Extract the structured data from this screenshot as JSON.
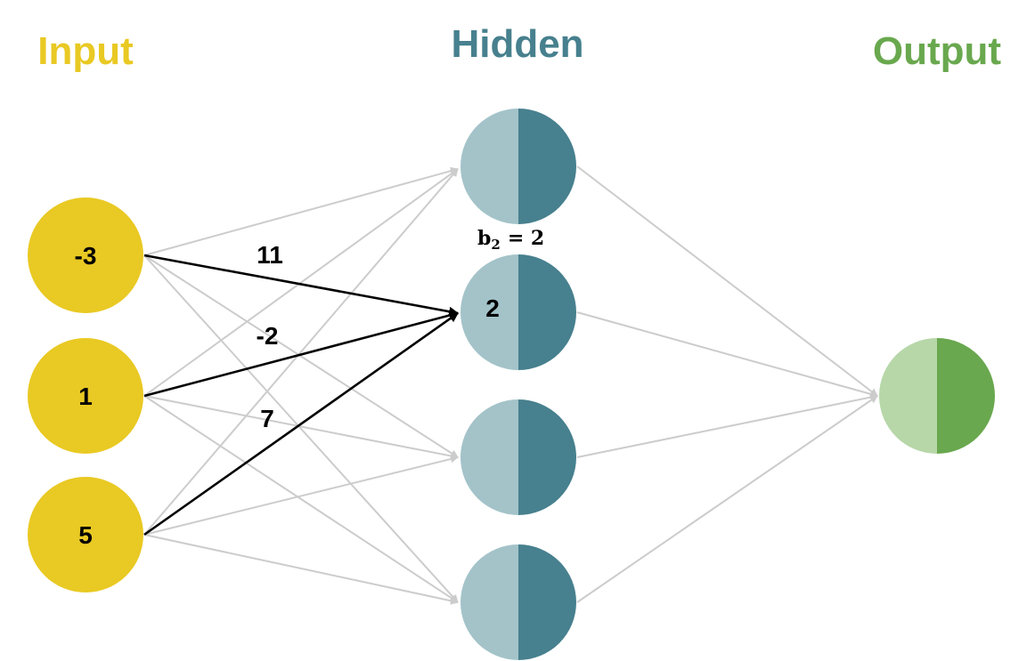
{
  "colors": {
    "input": "#e9c923",
    "hidden_light": "#a3c3c9",
    "hidden_dark": "#47808e",
    "output_light": "#b7d7a9",
    "output_dark": "#69a84e",
    "edge_inactive": "#cccccc",
    "edge_active": "#000000"
  },
  "layers": {
    "input": {
      "title": "Input",
      "nodes": [
        "-3",
        "1",
        "5"
      ]
    },
    "hidden": {
      "title": "Hidden",
      "nodes": [
        "",
        "2",
        "",
        ""
      ]
    },
    "output": {
      "title": "Output",
      "nodes": [
        ""
      ]
    }
  },
  "highlight": {
    "target_hidden_index": 1,
    "weights": [
      "11",
      "-2",
      "7"
    ],
    "bias": {
      "symbol": "b",
      "subscript": "2",
      "value": "= 2"
    }
  }
}
